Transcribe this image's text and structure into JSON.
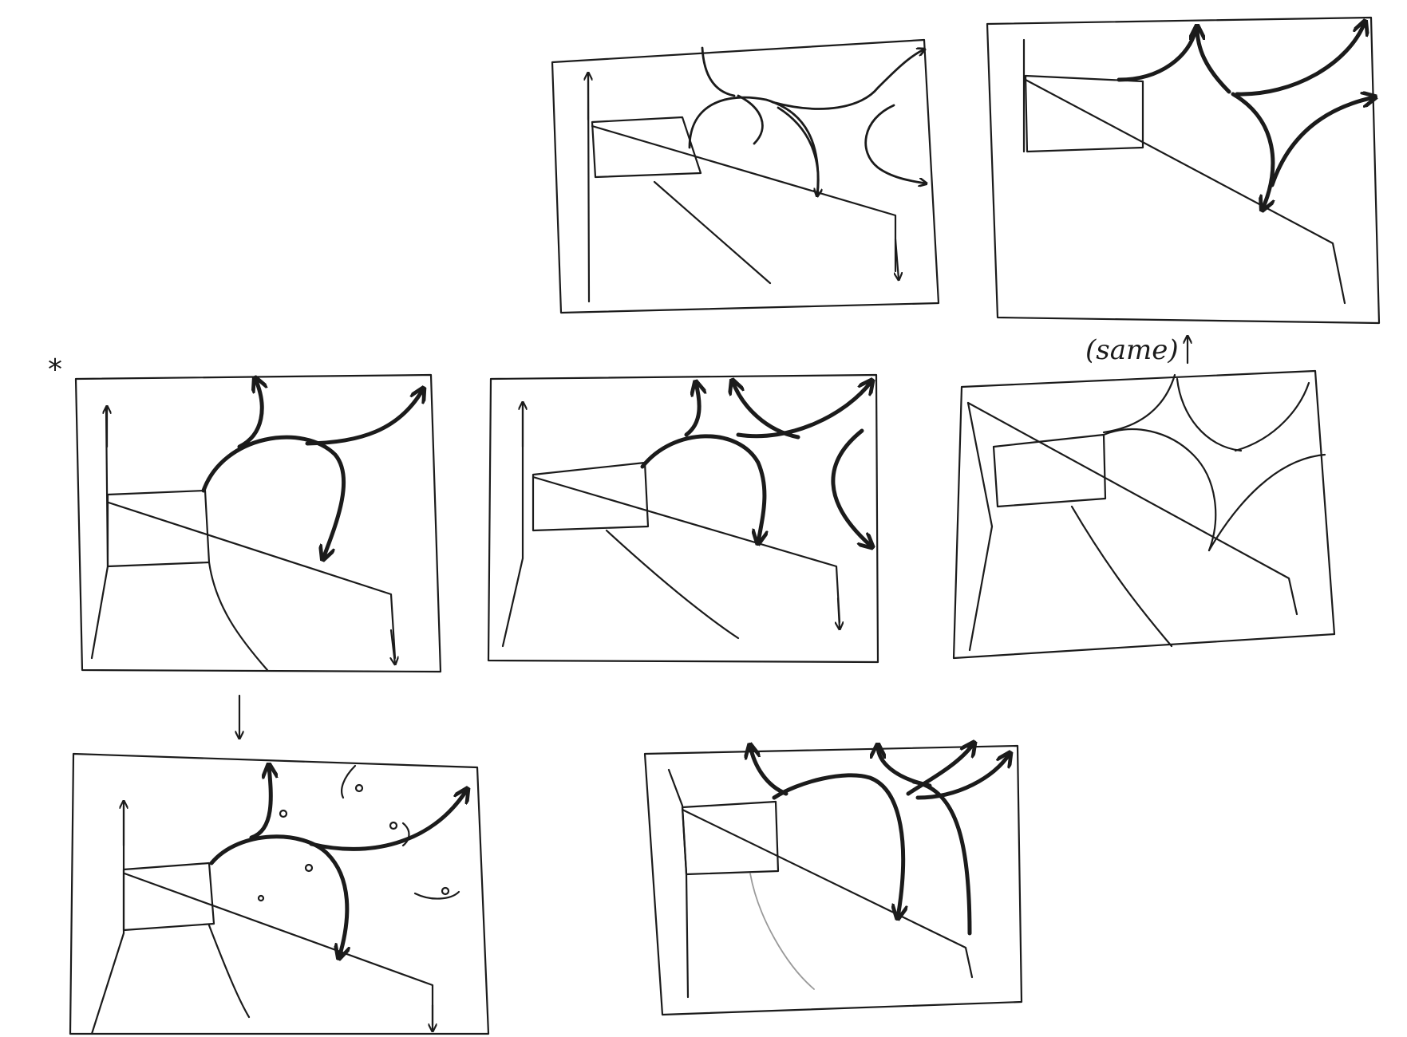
{
  "sketch": {
    "panels": [
      {
        "name": "panel-top-middle",
        "variant": "three-arrows-right-up"
      },
      {
        "name": "panel-top-right",
        "variant": "star-curves"
      },
      {
        "name": "panel-middle-left",
        "variant": "two-arrows",
        "starred": true
      },
      {
        "name": "panel-middle-center",
        "variant": "four-arrows"
      },
      {
        "name": "panel-middle-right",
        "variant": "thin-web",
        "note": "(same)"
      },
      {
        "name": "panel-bottom-left",
        "variant": "two-arrows-with-faces"
      },
      {
        "name": "panel-bottom-center",
        "variant": "crossing-arcs"
      }
    ],
    "star_mark": "*",
    "same_note": "(same)",
    "arrow_between_rows": "down-arrow"
  }
}
